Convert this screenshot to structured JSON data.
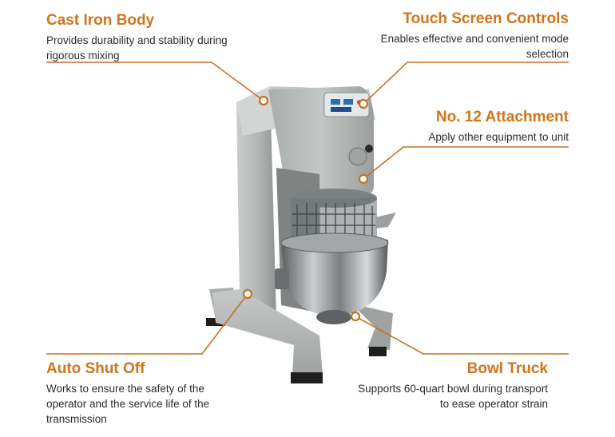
{
  "callouts": {
    "cast_iron_body": {
      "title": "Cast Iron Body",
      "desc": "Provides durability and stability during rigorous mixing"
    },
    "touch_screen": {
      "title": "Touch Screen Controls",
      "desc": "Enables effective and convenient mode selection"
    },
    "attachment": {
      "title": "No. 12 Attachment",
      "desc": "Apply other equipment to unit"
    },
    "auto_shut_off": {
      "title": "Auto Shut Off",
      "desc": "Works to ensure the safety of the operator and the service life of the transmission"
    },
    "bowl_truck": {
      "title": "Bowl Truck",
      "desc": "Supports 60-quart bowl during transport to ease operator strain"
    }
  },
  "colors": {
    "accent": "#d2741c",
    "body_text": "#2b2b2b",
    "machine_gray": "#b5b9b7"
  }
}
